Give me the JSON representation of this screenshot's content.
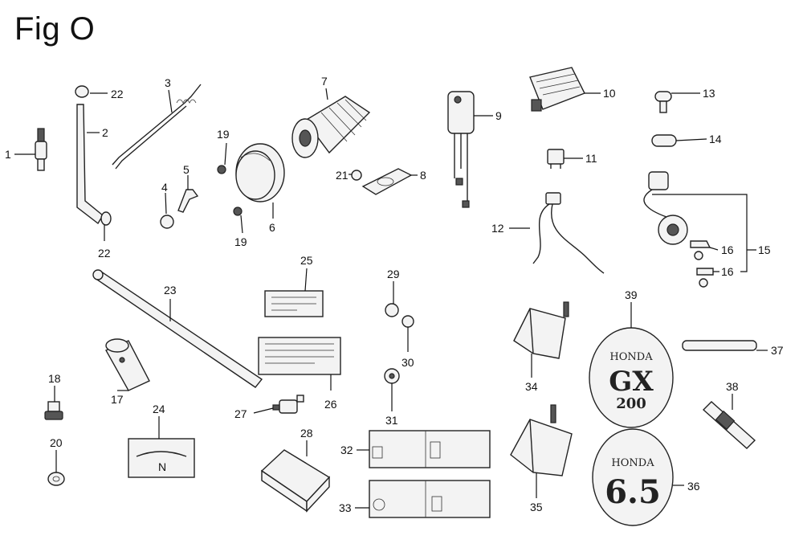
{
  "figure": {
    "title": "Fig O"
  },
  "callouts": [
    "1",
    "2",
    "3",
    "4",
    "5",
    "6",
    "7",
    "8",
    "9",
    "10",
    "11",
    "12",
    "13",
    "14",
    "15",
    "16",
    "17",
    "18",
    "19",
    "20",
    "21",
    "22",
    "23",
    "24",
    "25",
    "26",
    "27",
    "28",
    "29",
    "30",
    "31",
    "32",
    "33",
    "34",
    "35",
    "36",
    "37",
    "38",
    "39"
  ],
  "decals": {
    "logo_39_line1": "HONDA",
    "logo_39_line2": "GX",
    "logo_39_line3": "200",
    "logo_36_line1": "HONDA",
    "logo_36_line2": "6.5",
    "gauge_24_label": "N"
  }
}
